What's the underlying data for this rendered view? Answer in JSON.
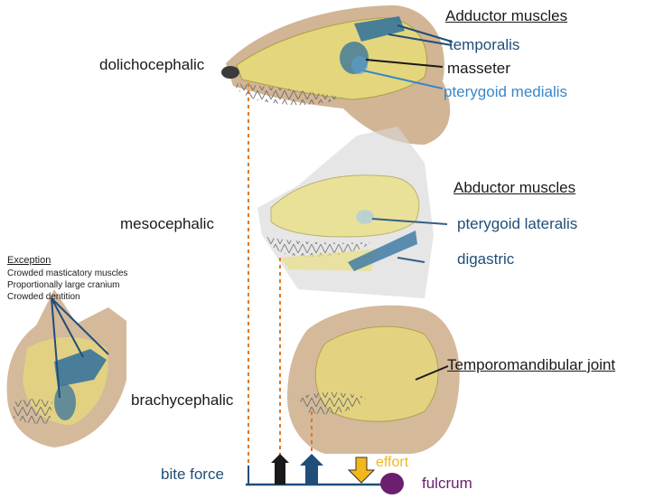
{
  "headings": {
    "adductor": "Adductor muscles",
    "abductor": "Abductor muscles"
  },
  "skull_types": {
    "dolichocephalic": "dolichocephalic",
    "mesocephalic": "mesocephalic",
    "brachycephalic": "brachycephalic"
  },
  "muscles": {
    "temporalis": "temporalis",
    "masseter": "masseter",
    "pterygoid_medialis": "pterygoid medialis",
    "pterygoid_lateralis": "pterygoid lateralis",
    "digastric": "digastric",
    "tmj": "Temporomandibular joint"
  },
  "exception": {
    "title": "Exception",
    "lines": [
      "Crowded masticatory muscles",
      "Proportionally large cranium",
      "Crowded dentition"
    ]
  },
  "lever": {
    "bite_force": "bite force",
    "effort": "effort",
    "fulcrum": "fulcrum"
  },
  "colors": {
    "muscle_blue": "#2e6f9e",
    "bone_yellow": "#e8dc78",
    "fur_tan": "#c9a882",
    "effort_orange": "#f2b81a",
    "fulcrum_purple": "#6b1f6e",
    "dash_orange": "#d97a2b",
    "label_blue": "#1f4e79",
    "label_lightblue": "#3a86c8"
  }
}
